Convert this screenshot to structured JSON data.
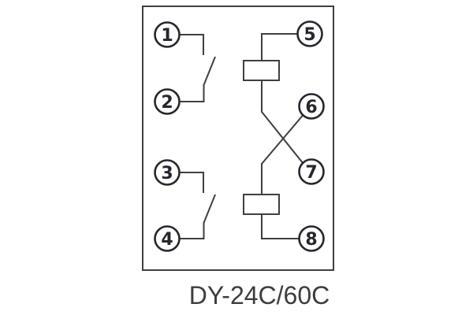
{
  "diagram": {
    "model_label": "DY-24C/60C",
    "terminals": [
      {
        "label": "1"
      },
      {
        "label": "2"
      },
      {
        "label": "3"
      },
      {
        "label": "4"
      },
      {
        "label": "5"
      },
      {
        "label": "6"
      },
      {
        "label": "7"
      },
      {
        "label": "8"
      }
    ],
    "colors": {
      "line": "#3f3f42",
      "terminal": "#26262e",
      "text": "#3d3d40",
      "background": "#ffffff"
    }
  }
}
